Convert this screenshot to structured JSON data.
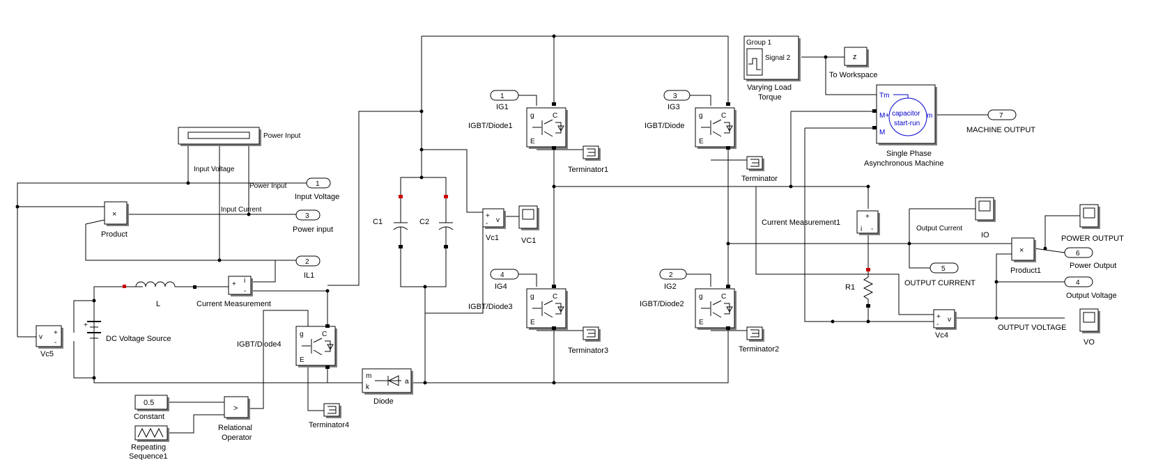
{
  "labels": {
    "power_input": "Power Input",
    "input_voltage_tap": "Input Voltage",
    "power_input_tap": "Power Input",
    "input_current_tap": "Input Current",
    "out1_name": "Input Voltage",
    "out3_name": "Power input",
    "out2_name": "IL1",
    "product": "Product",
    "inductor": "L",
    "current_meas": "Current Measurement",
    "dc_source": "DC Voltage Source",
    "vc5": "Vc5",
    "constant": "Constant",
    "constant_val": "0.5",
    "repeating": "Repeating",
    "repeating2": "Sequence1",
    "relational": "Relational",
    "relational2": "Operator",
    "rel_op": ">",
    "igbt4": "IGBT/Diode4",
    "terminator4": "Terminator4",
    "diode": "Diode",
    "c1": "C1",
    "c2": "C2",
    "vc1_block": "Vc1",
    "vc1_scope": "VC1",
    "ig1": "IG1",
    "ig1_num": "1",
    "igbt1": "IGBT/Diode1",
    "terminator1": "Terminator1",
    "ig4": "IG4",
    "ig4_num": "4",
    "igbt3": "IGBT/Diode3",
    "terminator3": "Terminator3",
    "ig3": "IG3",
    "ig3_num": "3",
    "igbt": "IGBT/Diode",
    "terminator": "Terminator",
    "ig2": "IG2",
    "ig2_num": "2",
    "igbt2": "IGBT/Diode2",
    "terminator2": "Terminator2",
    "group1": "Group 1",
    "signal2": "Signal 2",
    "varying1": "Varying Load",
    "varying2": "Torque",
    "to_ws": "To Workspace",
    "ws_var": "z",
    "machine1": "Single Phase",
    "machine2": "Asynchronous Machine",
    "cap1": "capacitor",
    "cap2": "start-run",
    "tm": "Tm",
    "m": "m",
    "machine_out": "MACHINE OUTPUT",
    "out7": "7",
    "current_meas1": "Current Measurement1",
    "r1": "R1",
    "output_current": "Output Current",
    "io": "IO",
    "out5": "5",
    "output_current_port": "OUTPUT CURRENT",
    "product1": "Product1",
    "power_output": "POWER OUTPUT",
    "out6": "6",
    "power_output_port": "Power Output",
    "out4": "4",
    "output_voltage_port": "Output Voltage",
    "vc4": "Vc4",
    "output_voltage": "OUTPUT VOLTAGE",
    "vo": "VO",
    "out1": "1",
    "out3": "3",
    "out2": "2"
  },
  "colors": {
    "wire": "#000000",
    "connector": "#cc0000",
    "machine_text": "#0000cc"
  }
}
